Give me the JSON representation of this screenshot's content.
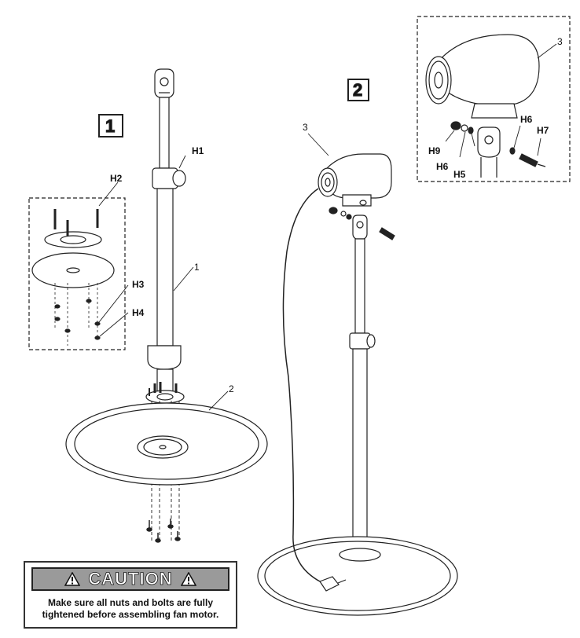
{
  "steps": {
    "step1": "1",
    "step2": "2"
  },
  "part_labels": {
    "H1": "H1",
    "H2": "H2",
    "H3": "H3",
    "H4": "H4",
    "H5": "H5",
    "H6": "H6",
    "H7": "H7",
    "H9": "H9"
  },
  "part_numbers": {
    "pole": "1",
    "base": "2",
    "motor": "3"
  },
  "caution": {
    "heading": "CAUTION",
    "icon": "warning-triangle-icon",
    "line1": "Make sure all nuts and bolts are fully",
    "line2": "tightened before assembling fan motor."
  }
}
